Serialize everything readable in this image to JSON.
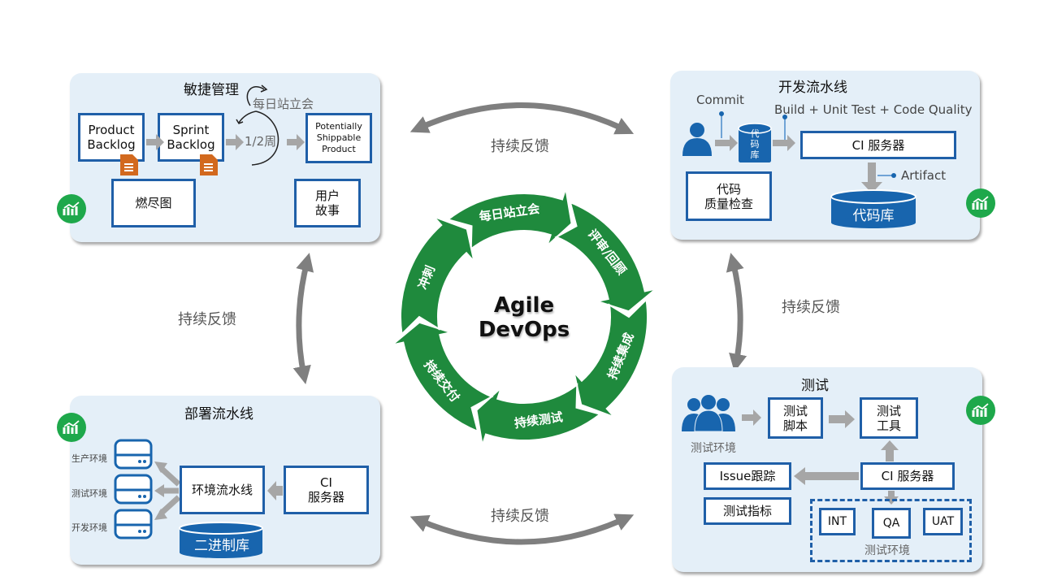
{
  "colors": {
    "panel_bg": "#e4eff8",
    "box_border": "#1f5fa8",
    "cycle_green": "#1f8a3d",
    "badge_green": "#1ea84b",
    "arrow_gray": "#7f7f7f",
    "doc_orange": "#d2691e",
    "db_blue": "#1865ae"
  },
  "center": {
    "title": "Agile\nDevOps",
    "cycle_segments": [
      "每日站立会",
      "评审/回顾",
      "持续集成",
      "持续测试",
      "持续交付",
      "冲刺"
    ]
  },
  "feedback": {
    "top": "持续反馈",
    "left": "持续反馈",
    "right": "持续反馈",
    "bottom": "持续反馈"
  },
  "agile": {
    "title": "敏捷管理",
    "product_backlog": "Product\nBacklog",
    "sprint_backlog": "Sprint\nBacklog",
    "daily_standup": "每日站立会",
    "iteration": "1/2周",
    "shippable": "Potentially\nShippable\nProduct",
    "burndown": "燃尽图",
    "user_story": "用户\n故事",
    "doc_icon": "document-icon",
    "badge_icon": "chart-growth-icon"
  },
  "dev": {
    "title": "开发流水线",
    "commit": "Commit",
    "build": "Build + Unit Test + Code Quality",
    "repo_small": "代\n码\n库",
    "ci_server": "CI 服务器",
    "artifact": "Artifact",
    "code_quality": "代码\n质量检查",
    "repo": "代码库",
    "user_icon": "user-icon",
    "badge_icon": "chart-growth-icon"
  },
  "deploy": {
    "title": "部署流水线",
    "env_prod": "生产环境",
    "env_test": "测试环境",
    "env_dev": "开发环境",
    "env_pipeline": "环境流水线",
    "ci_server": "CI\n服务器",
    "binary_repo": "二进制库",
    "server_icon": "server-icon",
    "badge_icon": "chart-growth-icon"
  },
  "test": {
    "title": "测试",
    "team_label": "测试环境",
    "script": "测试\n脚本",
    "tool": "测试\n工具",
    "issue": "Issue跟踪",
    "ci_server": "CI 服务器",
    "metrics": "测试指标",
    "env_int": "INT",
    "env_qa": "QA",
    "env_uat": "UAT",
    "env_group": "测试环境",
    "team_icon": "team-icon",
    "badge_icon": "chart-growth-icon"
  }
}
